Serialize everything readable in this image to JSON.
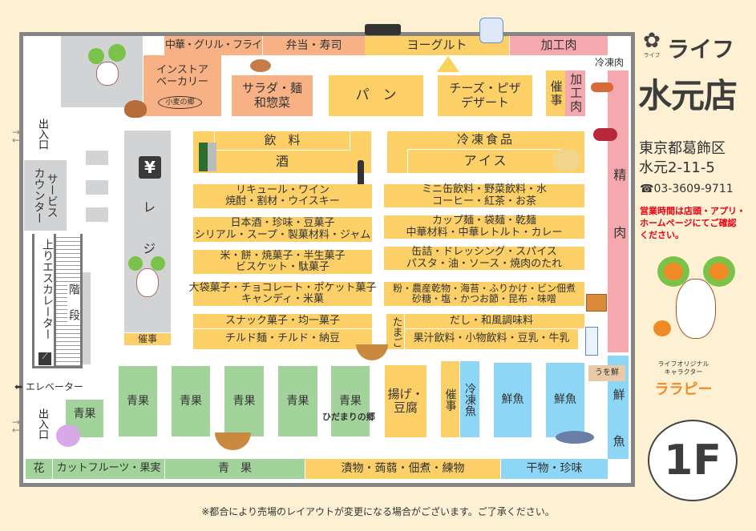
{
  "top_row": {
    "chinese_grill_fry": "中華・グリル・フライ",
    "bento_sushi": "弁当・寿司",
    "yogurt": "ヨーグルト",
    "processed_meat": "加工肉"
  },
  "frozen_meat": "冷凍肉",
  "bakery": "インストア\nベーカリー",
  "bakery_brand": "小麦の郷",
  "salad": "サラダ・麺\n和惣菜",
  "bread": "パ　ン",
  "cheese": "チーズ・ピザ\nデザート",
  "event": "催事",
  "processed_meat_v": "加工肉",
  "fresh_meat": "精　肉",
  "drinks": "飲　料",
  "sake": "酒",
  "frozen_food": "冷凍食品",
  "ice": "アイス",
  "left_aisles": [
    "リキュール・ワイン\n焼酎・割材・ウイスキー",
    "日本酒・珍味・豆菓子\nシリアル・スープ・製菓材料・ジャム",
    "米・餅・焼菓子・半生菓子\nビスケット・駄菓子",
    "大袋菓子・チョコレート・ポケット菓子\nキャンディ・米菓",
    "スナック菓子・均一菓子",
    "チルド麺・チルド・納豆"
  ],
  "right_aisles": [
    "ミニ缶飲料・野菜飲料・水\nコーヒー・紅茶・お茶",
    "カップ麺・袋麺・乾麺\n中華材料・中華レトルト・カレー",
    "缶詰・ドレッシング・スパイス\nパスタ・油・ソース・焼肉のたれ",
    "粉・農産乾物・海苔・ふりかけ・ビン佃煮\n砂糖・塩・かつお節・昆布・味噌",
    "だし・和風調味料",
    "果汁飲料・小物飲料・豆乳・牛乳"
  ],
  "eggs": "たまご",
  "register": "レ　ジ",
  "yen": "¥",
  "service_counter": "サービス\nカウンター",
  "entrance": "出入口",
  "escalator": "上りエスカレーター",
  "stairs": "階　段",
  "elevator": "エレベーター",
  "produce": "青果",
  "produce_wide": "青　果",
  "produce_brand": "ひだまりの郷",
  "fried_tofu": "揚げ・\n豆腐",
  "frozen_fish": "冷凍魚",
  "fresh_fish": "鮮魚",
  "fresh_fish_v": "鮮　魚",
  "fish_sign": "うを鮮",
  "bottom_row": {
    "flowers": "花",
    "cut_fruit": "カットフルーツ・果実",
    "pickles": "漬物・蒟蒻・佃煮・練物",
    "dried": "干物・珍味"
  },
  "brand": {
    "logo_small": "ライフ",
    "name": "ライフ",
    "store": "水元店"
  },
  "address": {
    "line1": "東京都葛飾区",
    "line2": "水元2-11-5",
    "phone": "03-3609-9711",
    "phone_icon": "☎"
  },
  "hours_note": "営業時間は店頭・アプリ・\nホームページにてご確認\nください。",
  "character": {
    "caption": "ライフオリジナル\nキャラクター",
    "name": "ララピー"
  },
  "floor": "1F",
  "footer_note": "※都合により売場のレイアウトが変更になる場合がございます。ご了承ください。",
  "colors": {
    "peach": "#f7b184",
    "yellow": "#fdd067",
    "pink": "#f5a8ae",
    "green": "#a2d39b",
    "blue": "#8dd6f6",
    "gray": "#d2d3d5",
    "red": "#e60012"
  }
}
